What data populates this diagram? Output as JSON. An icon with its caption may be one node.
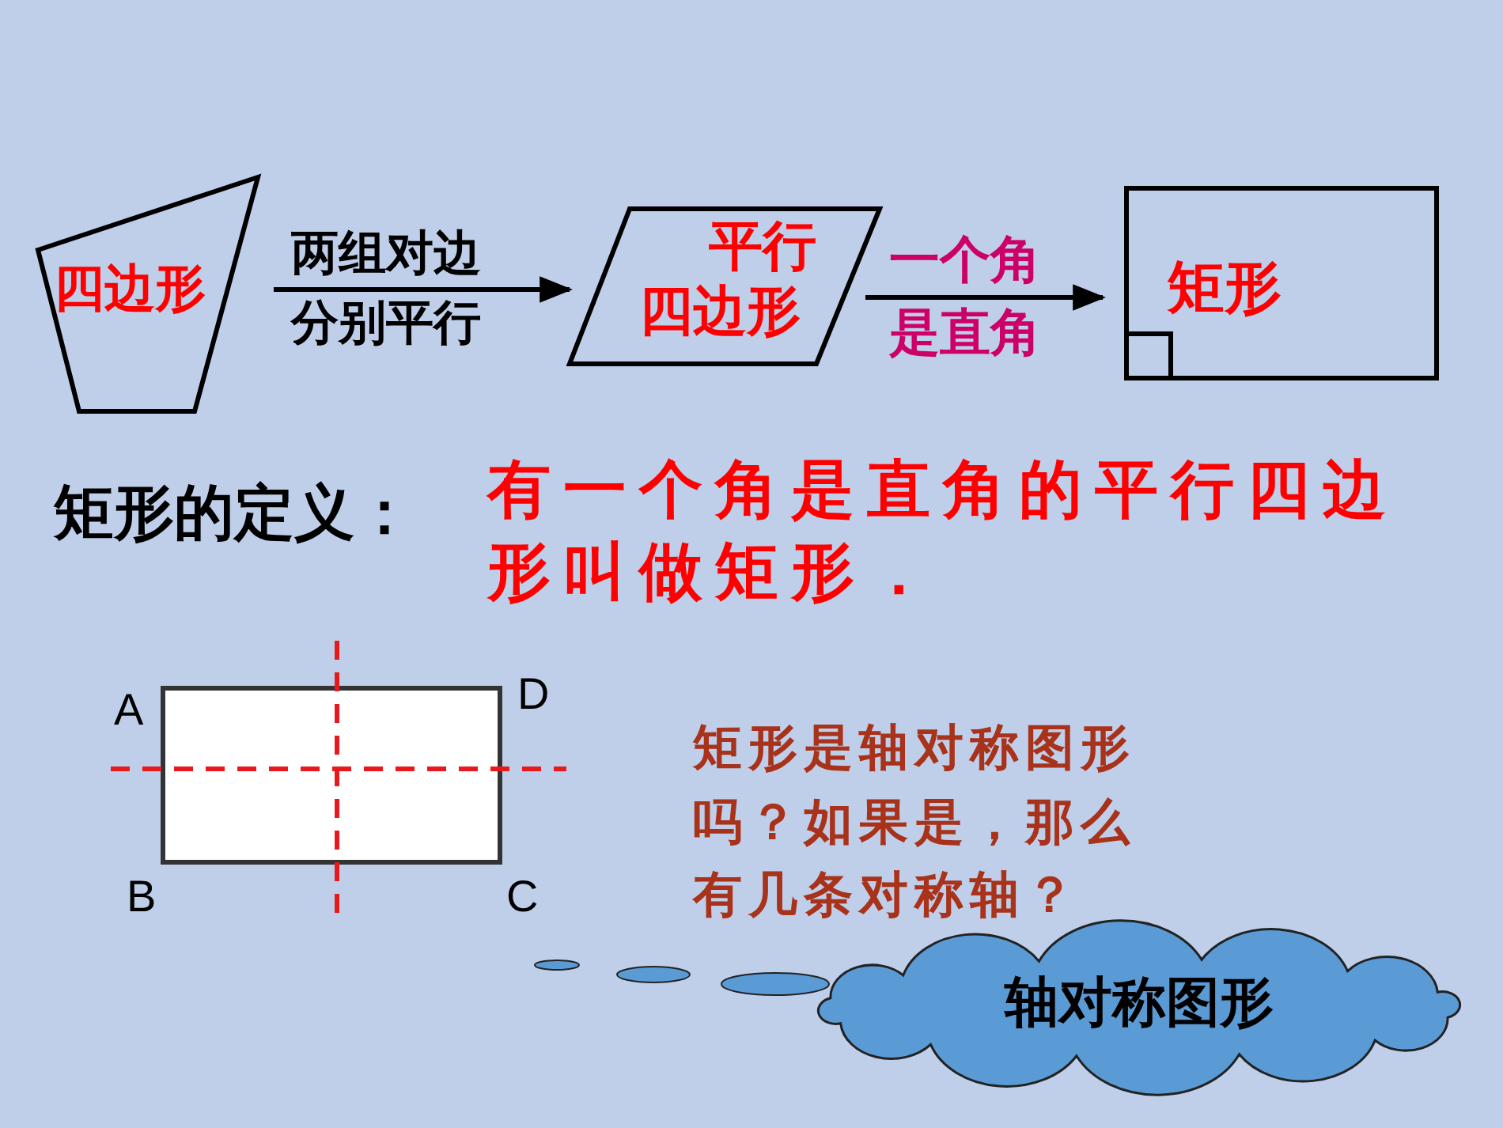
{
  "diagram": {
    "nodes": [
      {
        "text": [
          "四边形"
        ]
      },
      {
        "text": [
          "平行四边形"
        ]
      },
      {
        "text": [
          "矩形"
        ]
      },
      {
        "text": [
          "轴对称图形"
        ]
      }
    ],
    "edges": [
      {
        "from": 0,
        "to": 1,
        "arrow": "to",
        "label": "两组对边分别平行"
      },
      {
        "from": 1,
        "to": 2,
        "arrow": "to",
        "label": "一个角是直角"
      }
    ],
    "labels": [
      "矩形的定义：",
      "有一个角是直角的平行四边形叫做矩形．",
      "A",
      "D",
      "B",
      "C",
      "矩形是轴对称图形吗？如果是，那么有几条对称轴？"
    ]
  }
}
